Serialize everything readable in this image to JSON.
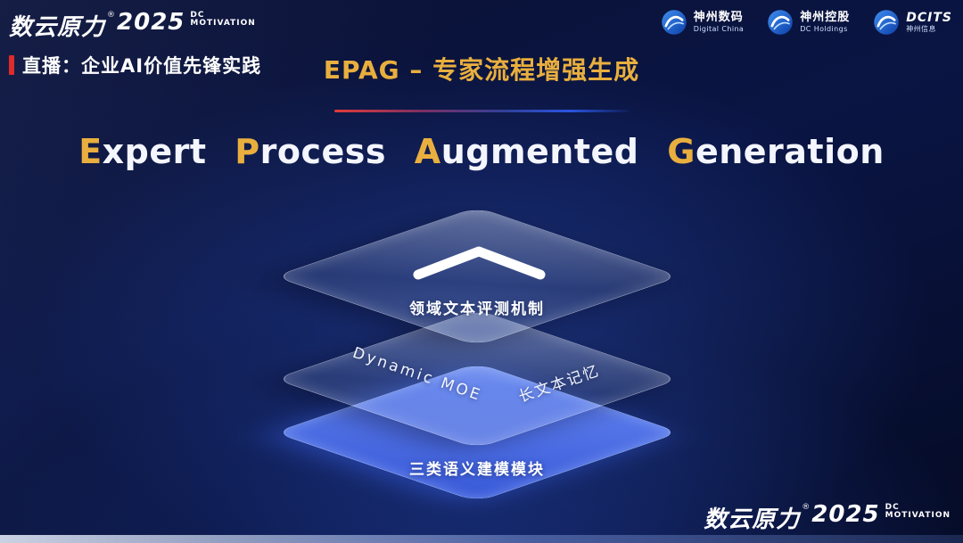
{
  "brand": {
    "name": "数云原力",
    "reg": "®",
    "year": "2025",
    "dc": "DC",
    "motivation": "MOTIVATION"
  },
  "live_banner": {
    "text": "直播：企业AI价值先锋实践"
  },
  "partners": [
    {
      "name": "神州数码",
      "sub": "Digital China"
    },
    {
      "name": "神州控股",
      "sub": "DC Holdings"
    },
    {
      "name": "DCITS",
      "sub": "神州信息"
    }
  ],
  "title": {
    "text": "EPAG – 专家流程增强生成"
  },
  "subtitle": {
    "words": [
      {
        "initial": "E",
        "rest": "xpert"
      },
      {
        "initial": "P",
        "rest": "rocess"
      },
      {
        "initial": "A",
        "rest": "ugmented"
      },
      {
        "initial": "G",
        "rest": "eneration"
      }
    ]
  },
  "diagram": {
    "top_layer_label": "领域文本评测机制",
    "mid_layer_left_label": "Dynamic MOE",
    "mid_layer_right_label": "长文本记忆",
    "bottom_layer_label": "三类语义建模模块"
  },
  "footer_brand": {
    "name": "数云原力",
    "reg": "®",
    "year": "2025",
    "dc": "DC",
    "motivation": "MOTIVATION"
  },
  "colors": {
    "accent_gold": "#E9AF3E",
    "accent_red": "#E02B2B",
    "layer_blue": "#4A6CF0",
    "background_navy": "#0A1544"
  }
}
